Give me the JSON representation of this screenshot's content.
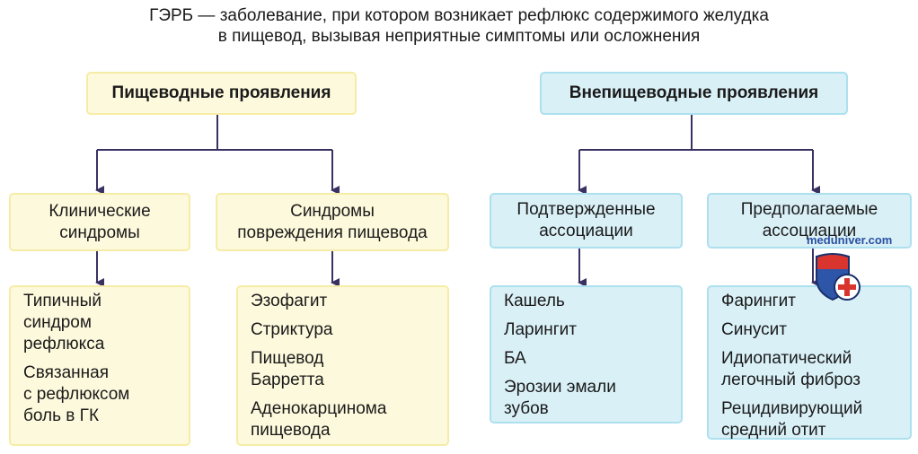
{
  "title": {
    "line1": "ГЭРБ — заболевание, при котором возникает рефлюкс содержимого желудка",
    "line2": "в пищевод, вызывая неприятные симптомы или осложнения"
  },
  "esophageal": {
    "header": "Пищеводные проявления",
    "clinical": {
      "label_line1": "Клинические",
      "label_line2": "синдромы",
      "items": [
        [
          "Типичный",
          "синдром",
          "рефлюкса"
        ],
        [
          "Связанная",
          "с рефлюксом",
          "боль в ГК"
        ]
      ]
    },
    "damage": {
      "label_line1": "Синдромы",
      "label_line2": "повреждения пищевода",
      "items": [
        [
          "Эзофагит"
        ],
        [
          "Стриктура"
        ],
        [
          "Пищевод",
          "Барретта"
        ],
        [
          "Аденокарцинома",
          "пищевода"
        ]
      ]
    }
  },
  "extraesophageal": {
    "header": "Внепищеводные проявления",
    "confirmed": {
      "label_line1": "Подтвержденные",
      "label_line2": "ассоциации",
      "items": [
        [
          "Кашель"
        ],
        [
          "Ларингит"
        ],
        [
          "БА"
        ],
        [
          "Эрозии эмали",
          "зубов"
        ]
      ]
    },
    "suspected": {
      "label_line1": "Предполагаемые",
      "label_line2": "ассоциации",
      "items": [
        [
          "Фарингит"
        ],
        [
          "Синусит"
        ],
        [
          "Идиопатический",
          "легочный фиброз"
        ],
        [
          "Рецидивирующий",
          "средний отит"
        ]
      ]
    }
  },
  "watermark": "meduniver.com",
  "colors": {
    "yellow_fill": "#fdf9dc",
    "blue_fill": "#d9f0f7",
    "line": "#3a3163"
  }
}
